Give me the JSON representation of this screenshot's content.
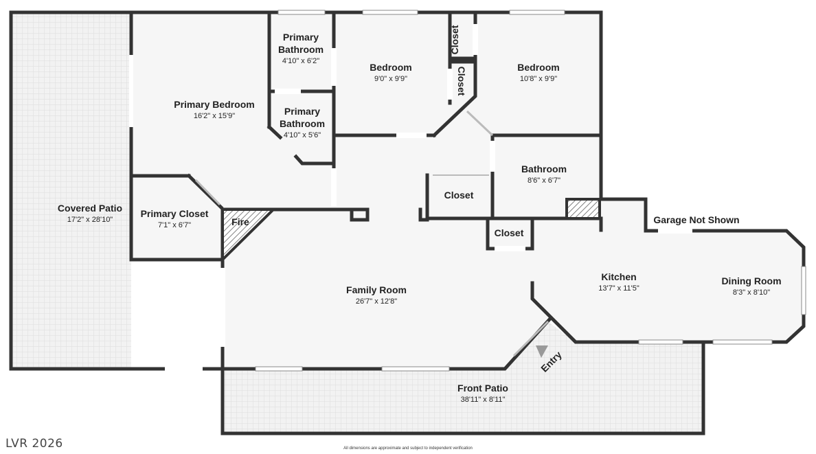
{
  "rooms": [
    {
      "id": "covered-patio",
      "name": "Covered Patio",
      "dims": "17'2\" x 28'10\""
    },
    {
      "id": "primary-bedroom",
      "name": "Primary Bedroom",
      "dims": "16'2\" x 15'9\""
    },
    {
      "id": "primary-bathroom-1",
      "name": "Primary Bathroom",
      "dims": "4'10\" x 6'2\""
    },
    {
      "id": "primary-bathroom-2",
      "name": "Primary Bathroom",
      "dims": "4'10\" x 5'6\""
    },
    {
      "id": "bedroom-1",
      "name": "Bedroom",
      "dims": "9'0\" x 9'9\""
    },
    {
      "id": "bedroom-2",
      "name": "Bedroom",
      "dims": "10'8\" x 9'9\""
    },
    {
      "id": "bathroom",
      "name": "Bathroom",
      "dims": "8'6\" x 6'7\""
    },
    {
      "id": "primary-closet",
      "name": "Primary Closet",
      "dims": "7'1\" x 6'7\""
    },
    {
      "id": "family-room",
      "name": "Family Room",
      "dims": "26'7\" x 12'8\""
    },
    {
      "id": "kitchen",
      "name": "Kitchen",
      "dims": "13'7\" x 11'5\""
    },
    {
      "id": "dining-room",
      "name": "Dining Room",
      "dims": "8'3\" x 8'10\""
    },
    {
      "id": "front-patio",
      "name": "Front Patio",
      "dims": "38'11\" x 8'11\""
    }
  ],
  "closet_label": "Closet",
  "fire_label": "Fire",
  "garage_label": "Garage Not Shown",
  "entry_label": "Entry",
  "watermark": "LVR 2026",
  "disclaimer": "All dimensions are approximate and subject to independent verification",
  "colors": {
    "wall": "#333333",
    "patio_fill": "#ececec",
    "floor": "#f5f5f5"
  }
}
